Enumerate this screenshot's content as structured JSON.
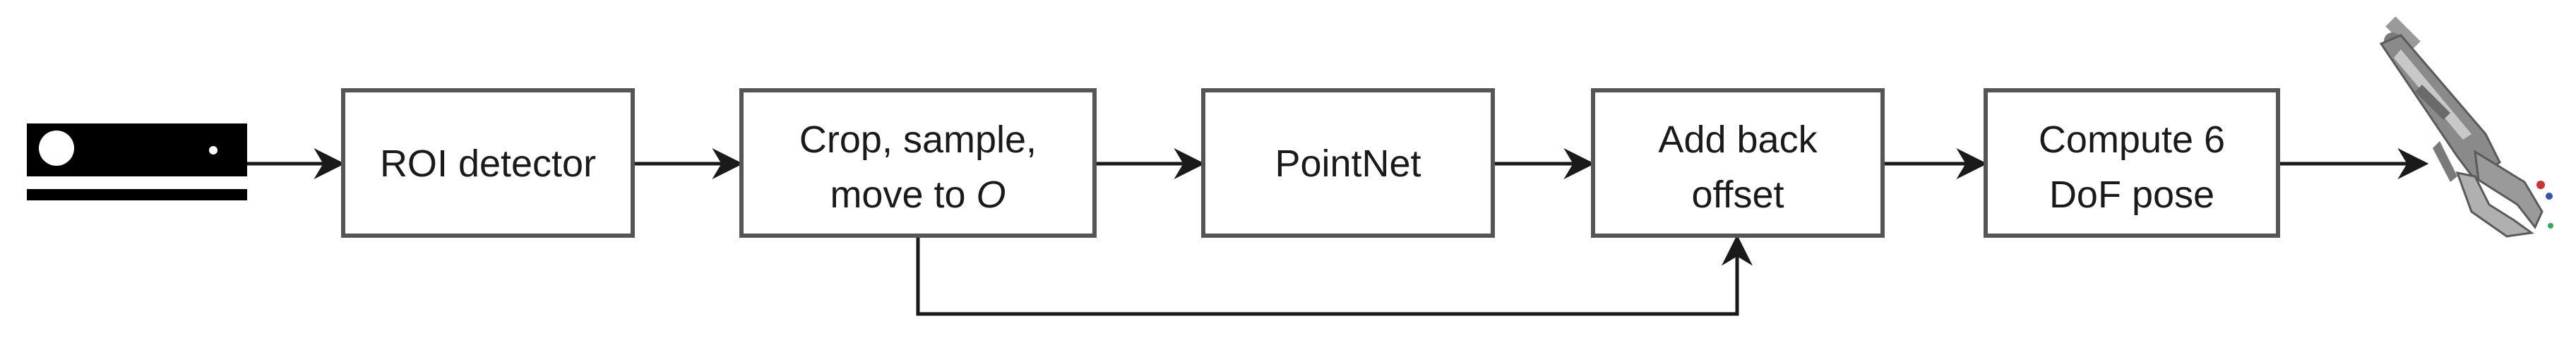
{
  "colors": {
    "box_stroke": "#555555",
    "line": "#1a1a1a",
    "background": "#ffffff",
    "icon_dark": "#000000",
    "gripper_gray": "#8a8a8a"
  },
  "nodes": {
    "roi_detector": {
      "label": "ROI detector"
    },
    "crop": {
      "line1": "Crop, sample,",
      "line2_text": "move to ",
      "line2_symbol": "O"
    },
    "pointnet": {
      "label": "PointNet"
    },
    "add_back_offset": {
      "line1": "Add back",
      "line2": "offset"
    },
    "compute_pose": {
      "line1": "Compute 6",
      "line2": "DoF pose"
    }
  },
  "icons": {
    "input": "depth-camera-icon",
    "output": "robot-gripper-icon"
  }
}
